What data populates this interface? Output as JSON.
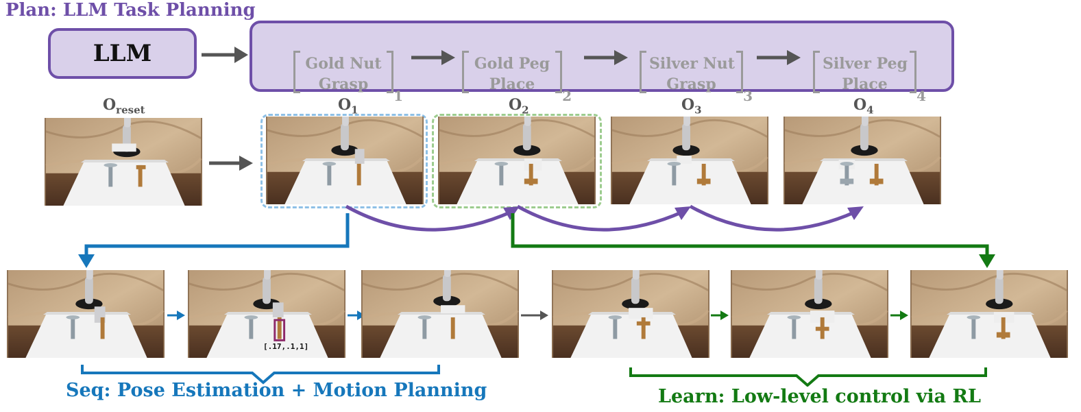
{
  "plan": {
    "title": "Plan: LLM Task Planning",
    "llm_label": "LLM",
    "steps": [
      {
        "line1": "Gold Nut",
        "line2": "Grasp",
        "index": "1"
      },
      {
        "line1": "Gold Peg",
        "line2": "Place",
        "index": "2"
      },
      {
        "line1": "Silver Nut",
        "line2": "Grasp",
        "index": "3"
      },
      {
        "line1": "Silver Peg",
        "line2": "Place",
        "index": "4"
      }
    ]
  },
  "observations": [
    {
      "base": "O",
      "sub": "reset"
    },
    {
      "base": "O",
      "sub": "1"
    },
    {
      "base": "O",
      "sub": "2"
    },
    {
      "base": "O",
      "sub": "3"
    },
    {
      "base": "O",
      "sub": "4"
    }
  ],
  "pose_annotation": "[.17,.1,1]",
  "captions": {
    "seq": "Seq: Pose Estimation + Motion Planning",
    "learn": "Learn: Low-level control via RL"
  },
  "colors": {
    "plan": "#6e4fa8",
    "plan_fill": "#d9d0ea",
    "seq": "#1677bb",
    "learn": "#137a13",
    "o1_highlight": "#8ec0e6",
    "o2_highlight": "#9ccc8e",
    "arrow_gray": "#555555"
  }
}
